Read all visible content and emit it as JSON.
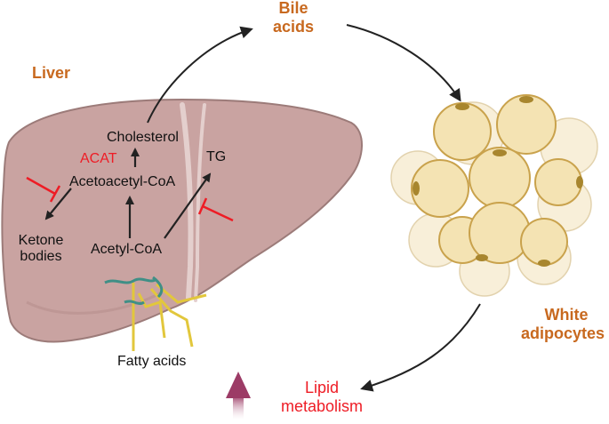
{
  "labels": {
    "liver": "Liver",
    "bile_acids_line1": "Bile",
    "bile_acids_line2": "acids",
    "white_adipocytes_line1": "White",
    "white_adipocytes_line2": "adipocytes",
    "lipid_metabolism_line1": "Lipid",
    "lipid_metabolism_line2": "metabolism",
    "cholesterol": "Cholesterol",
    "acat": "ACAT",
    "acetoacetyl_coa": "Acetoacetyl-CoA",
    "tg": "TG",
    "ketone_bodies_line1": "Ketone",
    "ketone_bodies_line2": "bodies",
    "acetyl_coa": "Acetyl-CoA",
    "fatty_acids": "Fatty acids"
  },
  "colors": {
    "liver_fill": "#c9a3a1",
    "liver_edge": "#9c7b79",
    "title_orange": "#c8691f",
    "inhibition_red": "#ee1c25",
    "adipocyte_fill": "#f4e3b3",
    "adipocyte_edge": "#c9a24c",
    "fatty_acid_yellow": "#e2c73c",
    "fatty_acid_teal": "#3f8f86",
    "up_arrow": "#9c3b66"
  },
  "icons": {
    "cycle_arrows": "curved-arrow-icon",
    "inhibition": "inhibition-bar-icon",
    "increase": "up-arrow-icon"
  }
}
